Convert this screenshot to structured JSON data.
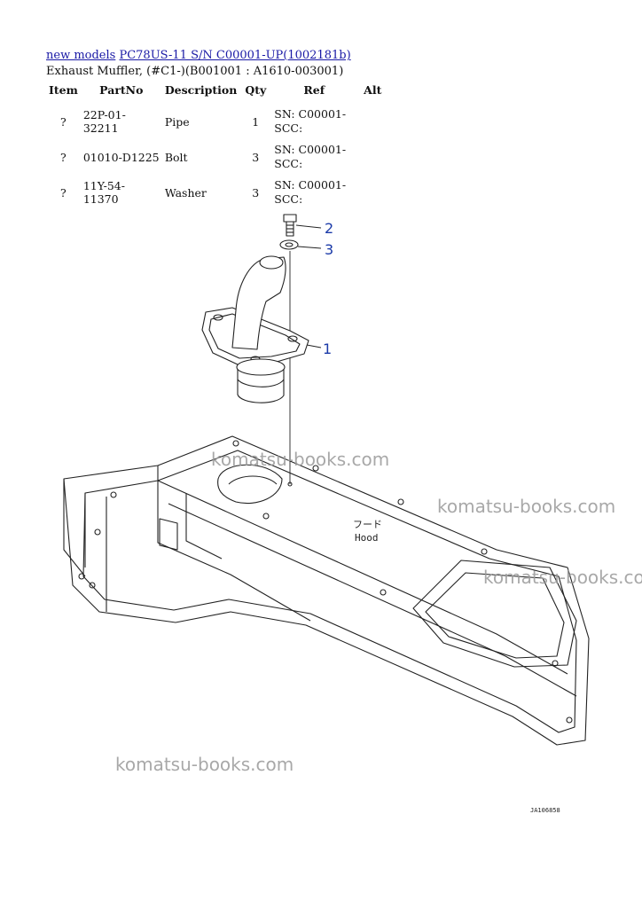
{
  "breadcrumb": {
    "home_link": "new models",
    "model_link": "PC78US-11 S/N C00001-UP(1002181b)"
  },
  "subtitle": "Exhaust Muffler, (#C1-)(B001001 : A1610-003001)",
  "table": {
    "headers": [
      "Item",
      "PartNo",
      "Description",
      "Qty",
      "Ref",
      "Alt"
    ],
    "rows": [
      {
        "item": "?",
        "part_no": "22P-01-32211",
        "description": "Pipe",
        "qty": "1",
        "ref1": "SN: C00001-",
        "ref2": "SCC:"
      },
      {
        "item": "?",
        "part_no": "01010-D1225",
        "description": "Bolt",
        "qty": "3",
        "ref1": "SN: C00001-",
        "ref2": "SCC:"
      },
      {
        "item": "?",
        "part_no": "11Y-54-11370",
        "description": "Washer",
        "qty": "3",
        "ref1": "SN: C00001-",
        "ref2": "SCC:"
      }
    ]
  },
  "diagram": {
    "callouts": [
      "2",
      "3",
      "1"
    ],
    "label_jp": "フード",
    "label_en": "Hood",
    "code": "JA106858",
    "callout_color": "#1a3aa8"
  },
  "watermarks": [
    "komatsu-books.com",
    "komatsu-books.com",
    "komatsu-books.com",
    "komatsu-books.com"
  ]
}
